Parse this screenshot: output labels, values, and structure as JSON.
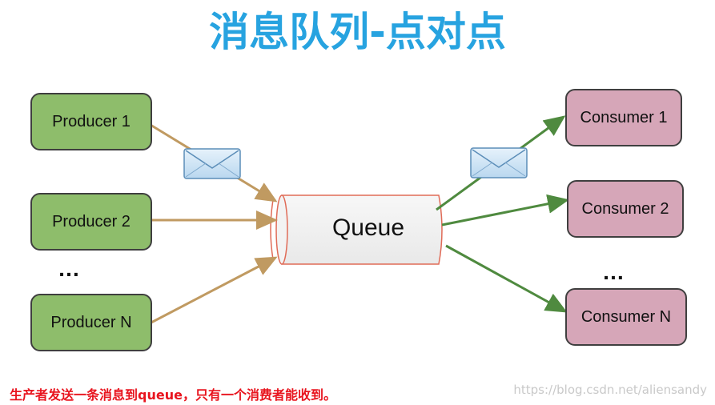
{
  "title": "消息队列-点对点",
  "colors": {
    "title": "#27a3e0",
    "producer_fill": "#8ebd6b",
    "consumer_fill": "#d6a6b8",
    "producer_arrow": "#c09a61",
    "consumer_arrow": "#4f8a3f",
    "caption": "#e8141e"
  },
  "producers": [
    "Producer 1",
    "Producer 2",
    "Producer N"
  ],
  "consumers": [
    "Consumer 1",
    "Consumer 2",
    "Consumer N"
  ],
  "producer_ellipsis": "…",
  "consumer_ellipsis": "…",
  "queue": {
    "label": "Queue"
  },
  "icons": [
    "envelope-icon",
    "envelope-icon"
  ],
  "caption": "生产者发送一条消息到queue，只有一个消费者能收到。",
  "watermark": "https://blog.csdn.net/aliensandy"
}
